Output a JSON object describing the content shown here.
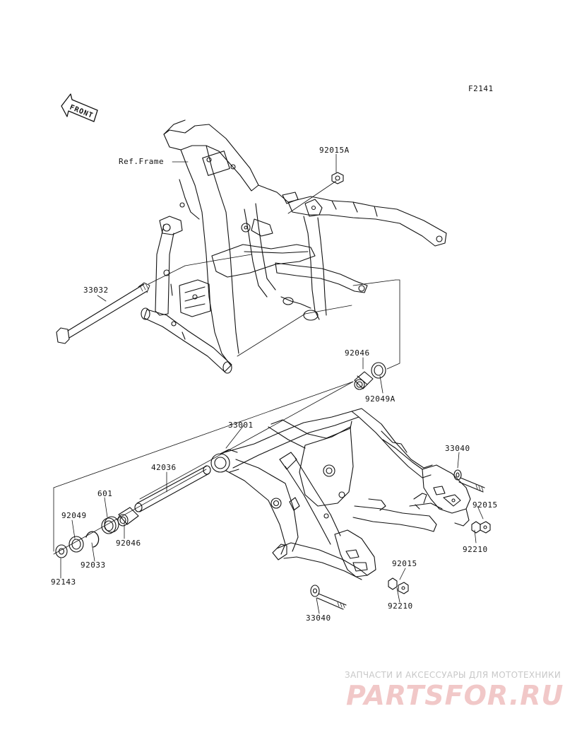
{
  "figure_code": "F2141",
  "front_label": "FRONT",
  "ref_frame": "Ref.Frame",
  "parts": {
    "p92015A": "92015A",
    "p33032": "33032",
    "p92046a": "92046",
    "p92049A": "92049A",
    "p33001": "33001",
    "p42036": "42036",
    "p33040a": "33040",
    "p601": "601",
    "p92015a": "92015",
    "p92049": "92049",
    "p92046b": "92046",
    "p92033": "92033",
    "p92210a": "92210",
    "p92143": "92143",
    "p92015b": "92015",
    "p92210b": "92210",
    "p33040b": "33040"
  },
  "watermark": {
    "tagline": "ЗАПЧАСТИ И АКСЕССУАРЫ ДЛЯ МОТОТЕХНИКИ",
    "logo": "PARTSFOR.RU"
  },
  "colors": {
    "line": "#111111",
    "watermark_logo": "#f1c8c8",
    "watermark_text": "#c8c8c8"
  }
}
